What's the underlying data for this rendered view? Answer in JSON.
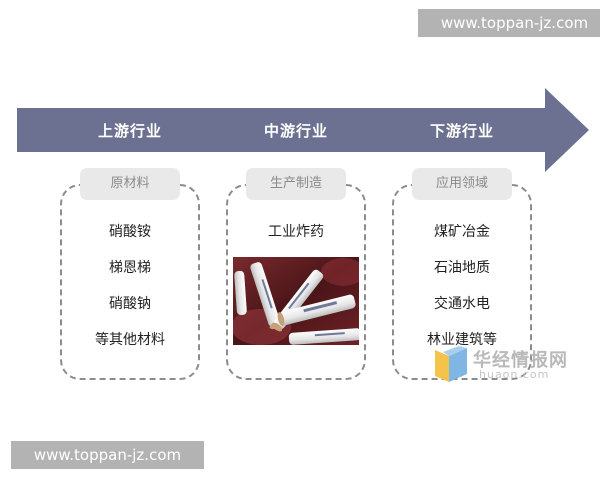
{
  "watermark": "www.toppan-jz.com",
  "stages": [
    {
      "title": "上游行业",
      "tag": "原材料",
      "items": [
        "硝酸铵",
        "梯恩梯",
        "硝酸钠",
        "等其他材料"
      ]
    },
    {
      "title": "中游行业",
      "tag": "生产制造",
      "items": [
        "工业炸药"
      ]
    },
    {
      "title": "下游行业",
      "tag": "应用领域",
      "items": [
        "煤矿冶金",
        "石油地质",
        "交通水电",
        "林业建筑等"
      ]
    }
  ],
  "logo": {
    "main": "华经情报网",
    "sub": "huaon.com"
  },
  "colors": {
    "arrow": "#6c7191",
    "dash": "#8c8c8c",
    "tag_bg": "#e9e9e9",
    "watermark_bg": "#b3b3b3"
  }
}
